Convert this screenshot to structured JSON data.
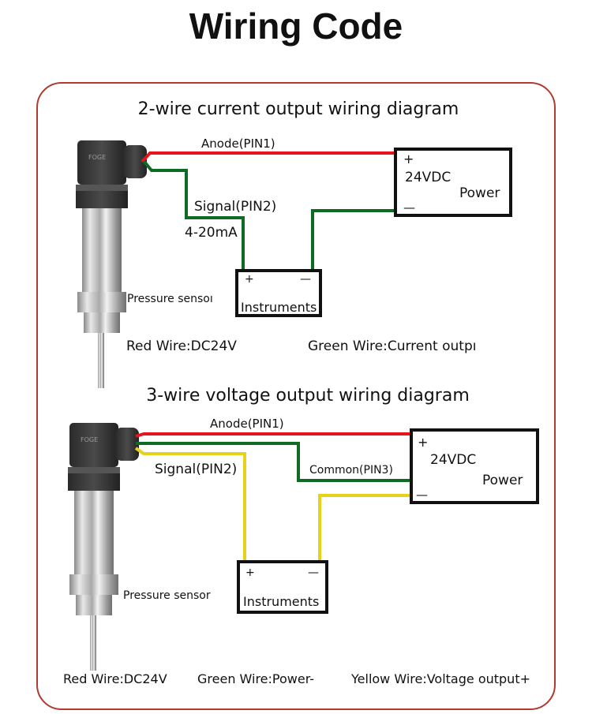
{
  "title": "Wiring Code",
  "colors": {
    "frame": "#b03a2e",
    "red_wire": "#e8141c",
    "green_wire": "#0f6b24",
    "yellow_wire": "#e6d21a"
  },
  "diagram1": {
    "heading": "2-wire current output wiring diagram",
    "anode_label": "Anode(PIN1)",
    "signal_label": "Signal(PIN2)",
    "current_label": "4-20mA",
    "power": {
      "plus": "+",
      "voltage": "24VDC",
      "label": "Power",
      "minus": "—"
    },
    "instruments": {
      "plus": "+",
      "minus": "—",
      "label": "Instruments"
    },
    "sensor_label": "Pressure sensoı",
    "legend": [
      "Red Wire:DC24V",
      "Green Wire:Current outpı"
    ]
  },
  "diagram2": {
    "heading": "3-wire voltage output wiring diagram",
    "anode_label": "Anode(PIN1)",
    "signal_label": "Signal(PIN2)",
    "common_label": "Common(PIN3)",
    "power": {
      "plus": "+",
      "voltage": "24VDC",
      "label": "Power",
      "minus": "—"
    },
    "instruments": {
      "plus": "+",
      "minus": "—",
      "label": "Instruments"
    },
    "sensor_label": "Pressure sensor",
    "legend": [
      "Red Wire:DC24V",
      "Green Wire:Power-",
      "Yellow Wire:Voltage output+"
    ]
  }
}
